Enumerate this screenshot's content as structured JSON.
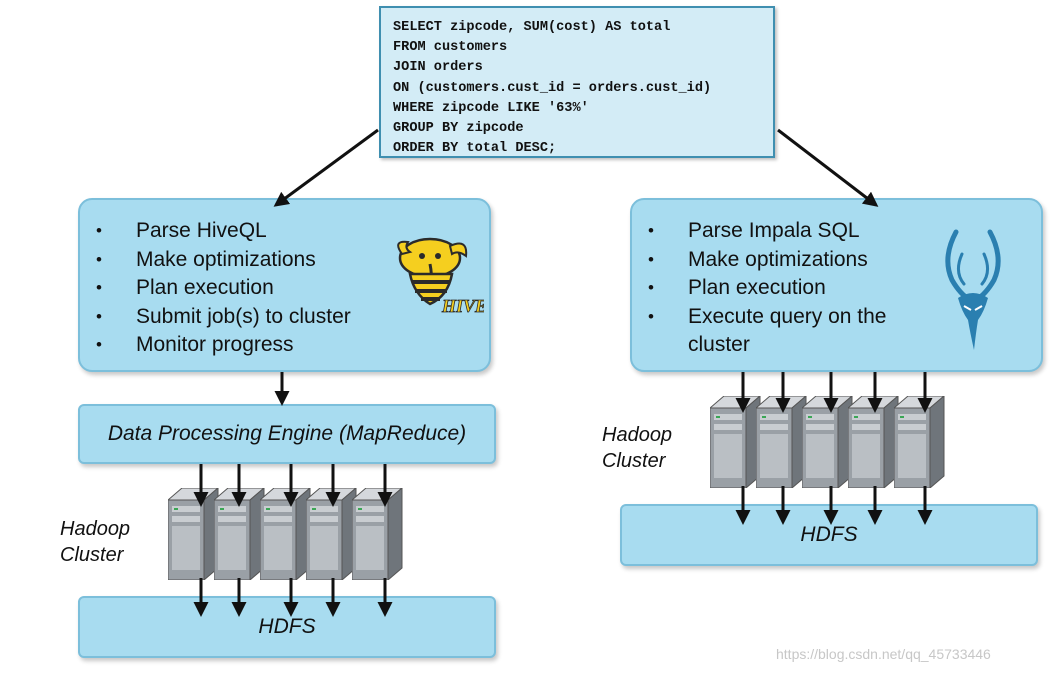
{
  "sql_query": {
    "lines": [
      "SELECT zipcode, SUM(cost) AS total",
      "FROM customers",
      "JOIN orders",
      "ON (customers.cust_id = orders.cust_id)",
      "WHERE zipcode LIKE '63%'",
      "GROUP BY zipcode",
      "ORDER BY total DESC;"
    ]
  },
  "hive": {
    "steps": [
      "Parse HiveQL",
      "Make optimizations",
      "Plan execution",
      "Submit job(s) to cluster",
      "Monitor progress"
    ],
    "logo_text": "HIVE",
    "engine_label": "Data Processing Engine (MapReduce)",
    "cluster_label": "Hadoop Cluster",
    "storage_label": "HDFS"
  },
  "impala": {
    "steps": [
      "Parse Impala SQL",
      "Make optimizations",
      "Plan execution",
      "Execute query on the cluster"
    ],
    "cluster_label": "Hadoop Cluster",
    "storage_label": "HDFS"
  },
  "bullet_glyph": "•",
  "watermark": "https://blog.csdn.net/qq_45733446",
  "colors": {
    "panel_fill": "#a8dcf0",
    "panel_border": "#7cbfdb",
    "sql_fill": "#d3ecf6",
    "sql_border": "#3f8fb0",
    "hive_yellow": "#f5cf1f",
    "impala_blue": "#2a7fb0"
  }
}
